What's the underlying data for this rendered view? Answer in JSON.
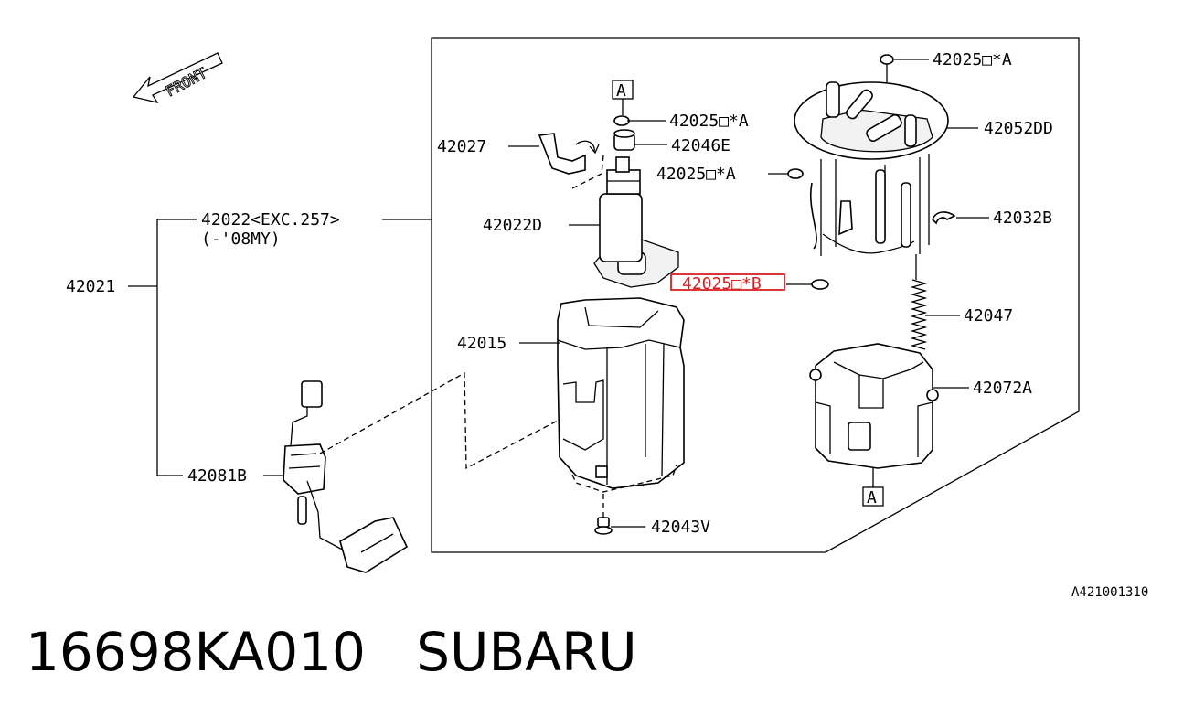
{
  "diagram": {
    "front_label": "FRONT",
    "ref_code": "A421001310",
    "box_marker": "A",
    "highlight_color": "#d92020",
    "labels": {
      "assy": "42021",
      "pump_assy": "42022<EXC.257>",
      "pump_assy_note": "(-'08MY)",
      "fuel_pump": "42022D",
      "bracket": "42027",
      "seal_top": "42025□*A",
      "cap": "42046E",
      "seal_right": "42025□*A",
      "seal_mid": "42025□*A",
      "seal_b": "42025□*B",
      "plate": "42052DD",
      "clip": "42032B",
      "spring": "42047",
      "reservoir": "42015",
      "housing": "42072A",
      "screw": "42043V",
      "sender": "42081B"
    }
  },
  "caption": {
    "part_number": "16698KA010",
    "brand": "SUBARU"
  }
}
